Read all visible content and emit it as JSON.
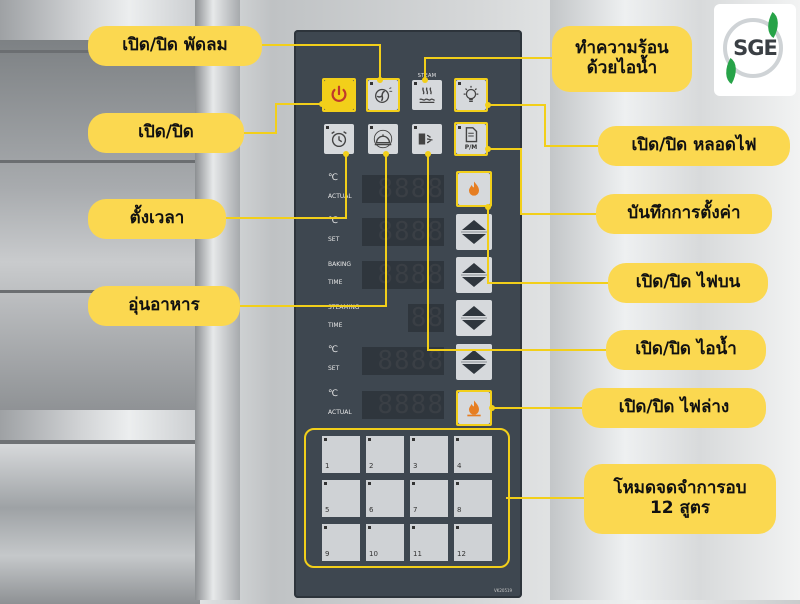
{
  "callouts": {
    "fan": "เปิด/ปิด พัดลม",
    "power": "เปิด/ปิด",
    "timer": "ตั้งเวลา",
    "warm": "อุ่นอาหาร",
    "steam_heat_1": "ทำความร้อน",
    "steam_heat_2": "ด้วยไอน้ำ",
    "lamp": "เปิด/ปิด หลอดไฟ",
    "save": "บันทึกการตั้งค่า",
    "top_heat": "เปิด/ปิด ไฟบน",
    "steam": "เปิด/ปิด ไอน้ำ",
    "bottom_heat": "เปิด/ปิด ไฟล่าง",
    "modes_1": "โหมดจดจำการอบ",
    "modes_2": "12 สูตร"
  },
  "panel": {
    "steam_button_label": "STEAM",
    "pm_label": "P/M",
    "displays": [
      {
        "unit": "℃",
        "sub": "ACTUAL",
        "value": "8888"
      },
      {
        "unit": "℃",
        "sub": "SET",
        "value": "8888"
      },
      {
        "top": "BAKING",
        "sub": "TIME",
        "value": "8888"
      },
      {
        "top": "STEAMING",
        "sub": "TIME",
        "value": "88"
      },
      {
        "unit": "℃",
        "sub": "SET",
        "value": "8888"
      },
      {
        "unit": "℃",
        "sub": "ACTUAL",
        "value": "8888"
      }
    ],
    "serial": "VK20519",
    "presets": [
      "1",
      "2",
      "3",
      "4",
      "5",
      "6",
      "7",
      "8",
      "9",
      "10",
      "11",
      "12"
    ]
  },
  "logo": {
    "text": "SGE"
  },
  "colors": {
    "accent": "#fbd850",
    "panel": "#3e4750",
    "power": "#f2cf1a",
    "leaf": "#27a348"
  }
}
